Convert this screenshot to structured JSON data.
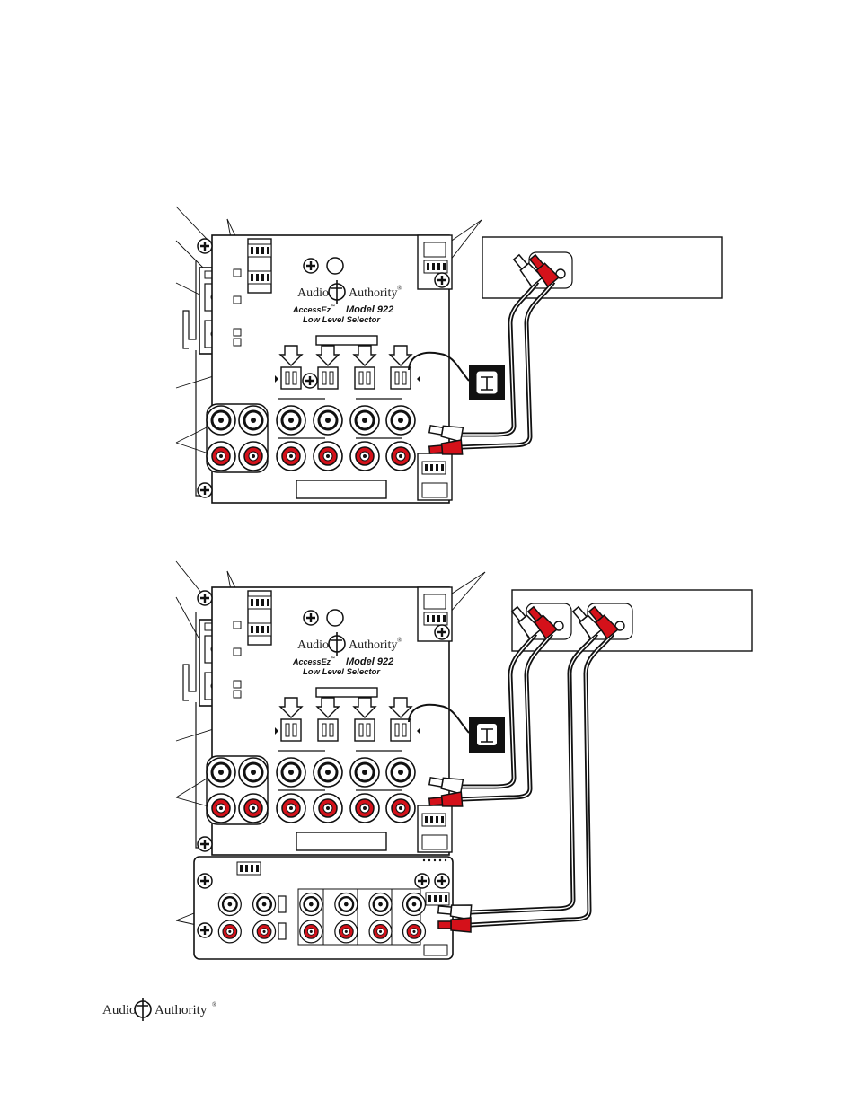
{
  "diagram_top": {
    "logo": {
      "left_word": "Audio",
      "right_word": "Authority",
      "mark": "®"
    },
    "model_line": {
      "brand": "AccessEz",
      "tm": "™",
      "model": "Model 922"
    },
    "subtitle": "Low Level Selector"
  },
  "diagram_bottom": {
    "logo": {
      "left_word": "Audio",
      "right_word": "Authority",
      "mark": "®"
    },
    "model_line": {
      "brand": "AccessEz",
      "tm": "™",
      "model": "Model 922"
    },
    "subtitle": "Low Level Selector"
  },
  "footer_logo": {
    "left_word": "Audio",
    "right_word": "Authority",
    "mark": "®"
  },
  "colors": {
    "rca_red": "#d4111a",
    "rca_white": "#ffffff",
    "line": "#111111",
    "cable": "#111111"
  },
  "icons": [
    "screw-icon",
    "rca-jack-icon",
    "rca-plug-icon",
    "dip-switch-icon",
    "arrow-down-icon",
    "wall-plate-icon",
    "logo-mark-icon"
  ]
}
